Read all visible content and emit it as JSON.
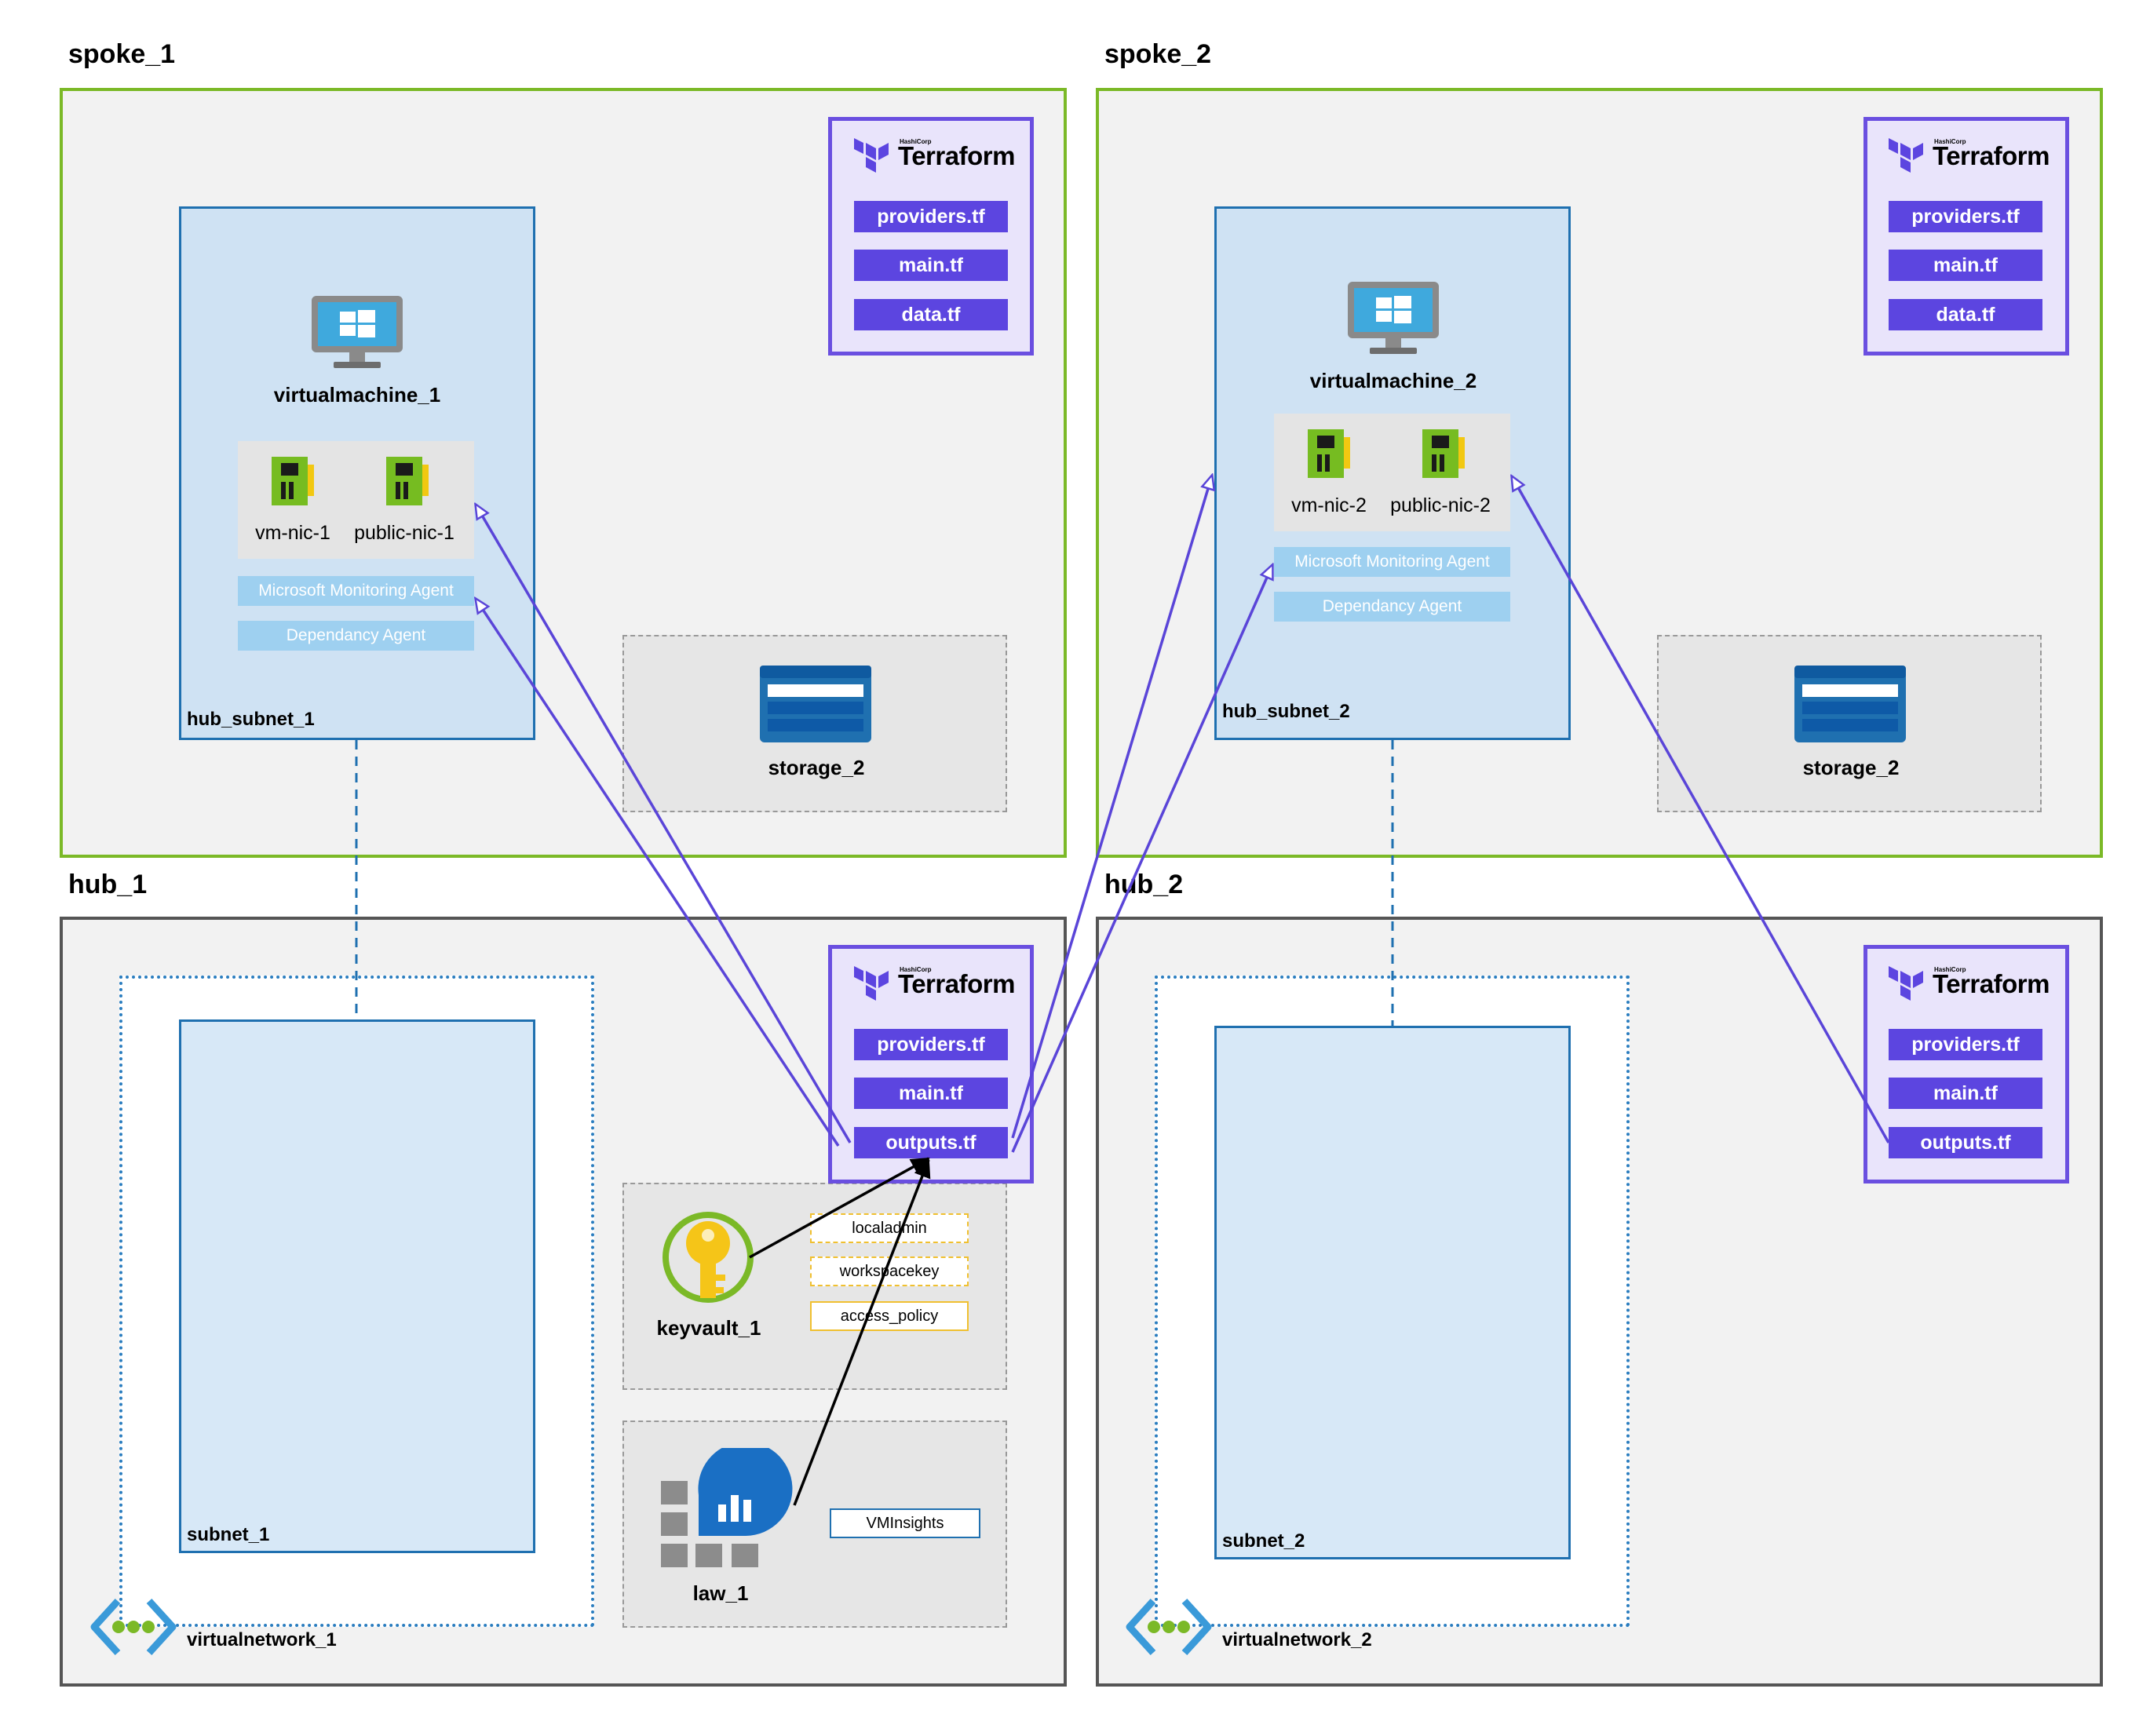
{
  "spoke_1": {
    "title": "spoke_1",
    "subnet_label": "hub_subnet_1",
    "vm_label": "virtualmachine_1",
    "nic_a": "vm-nic-1",
    "nic_b": "public-nic-1",
    "agent_monitoring": "Microsoft Monitoring Agent",
    "agent_dependency": "Dependancy Agent",
    "storage_label": "storage_2",
    "terraform": {
      "brand": "Terraform",
      "vendor": "HashiCorp",
      "files": [
        "providers.tf",
        "main.tf",
        "data.tf"
      ]
    }
  },
  "spoke_2": {
    "title": "spoke_2",
    "subnet_label": "hub_subnet_2",
    "vm_label": "virtualmachine_2",
    "nic_a": "vm-nic-2",
    "nic_b": "public-nic-2",
    "agent_monitoring": "Microsoft Monitoring Agent",
    "agent_dependency": "Dependancy Agent",
    "storage_label": "storage_2",
    "terraform": {
      "brand": "Terraform",
      "vendor": "HashiCorp",
      "files": [
        "providers.tf",
        "main.tf",
        "data.tf"
      ]
    }
  },
  "hub_1": {
    "title": "hub_1",
    "subnet_label": "subnet_1",
    "vnet_label": "virtualnetwork_1",
    "keyvault_label": "keyvault_1",
    "secrets": [
      "localadmin",
      "workspacekey",
      "access_policy"
    ],
    "law_label": "law_1",
    "solution": "VMInsights",
    "terraform": {
      "brand": "Terraform",
      "vendor": "HashiCorp",
      "files": [
        "providers.tf",
        "main.tf",
        "outputs.tf"
      ]
    }
  },
  "hub_2": {
    "title": "hub_2",
    "subnet_label": "subnet_2",
    "vnet_label": "virtualnetwork_2",
    "terraform": {
      "brand": "Terraform",
      "vendor": "HashiCorp",
      "files": [
        "providers.tf",
        "main.tf",
        "outputs.tf"
      ]
    }
  },
  "colors": {
    "spoke_border": "#7bb927",
    "hub_border": "#555555",
    "terraform_purple": "#5c45e0",
    "subnet_blue": "#1f70b0",
    "connector_purple": "#5a45d8"
  }
}
